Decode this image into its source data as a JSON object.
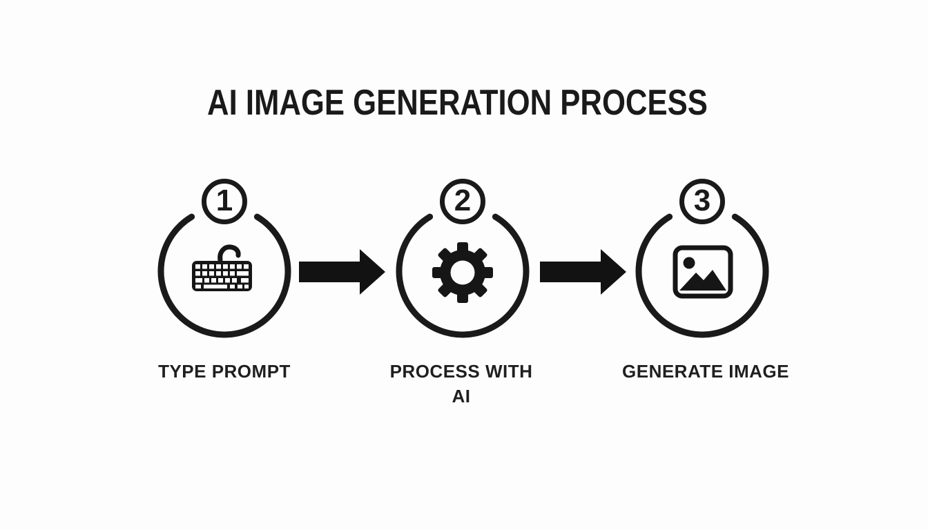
{
  "title": "AI IMAGE GENERATION PROCESS",
  "colors": {
    "background": "#fdfdfd",
    "ink": "#1a1a1a"
  },
  "steps": [
    {
      "number": "1",
      "icon": "keyboard-icon",
      "label": "TYPE PROMPT"
    },
    {
      "number": "2",
      "icon": "gear-icon",
      "label": "PROCESS WITH\nAI"
    },
    {
      "number": "3",
      "icon": "image-icon",
      "label": "GENERATE IMAGE"
    }
  ],
  "connectors": [
    {
      "type": "arrow-right"
    },
    {
      "type": "arrow-right"
    }
  ]
}
